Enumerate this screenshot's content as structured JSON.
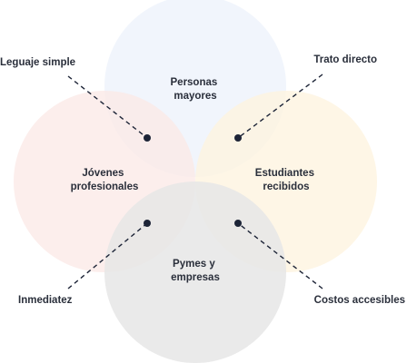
{
  "diagram": {
    "circles": [
      {
        "id": "top",
        "lines": [
          "Personas",
          "mayores"
        ],
        "fill": "#eef3fb"
      },
      {
        "id": "left",
        "lines": [
          "Jóvenes",
          "profesionales"
        ],
        "fill": "#fbe8e6"
      },
      {
        "id": "right",
        "lines": [
          "Estudiantes",
          "recibidos"
        ],
        "fill": "#fdf3dd"
      },
      {
        "id": "bottom",
        "lines": [
          "Pymes y",
          "empresas"
        ],
        "fill": "#e6e6e6"
      }
    ],
    "callouts": [
      {
        "id": "top-left",
        "text": "Leguaje simple"
      },
      {
        "id": "top-right",
        "text": "Trato directo"
      },
      {
        "id": "bottom-left",
        "text": "Inmediatez"
      },
      {
        "id": "bottom-right",
        "text": "Costos accesibles"
      }
    ],
    "colors": {
      "text": "#2a2f3b",
      "dot": "#1d2437",
      "line": "#1d2437"
    }
  }
}
